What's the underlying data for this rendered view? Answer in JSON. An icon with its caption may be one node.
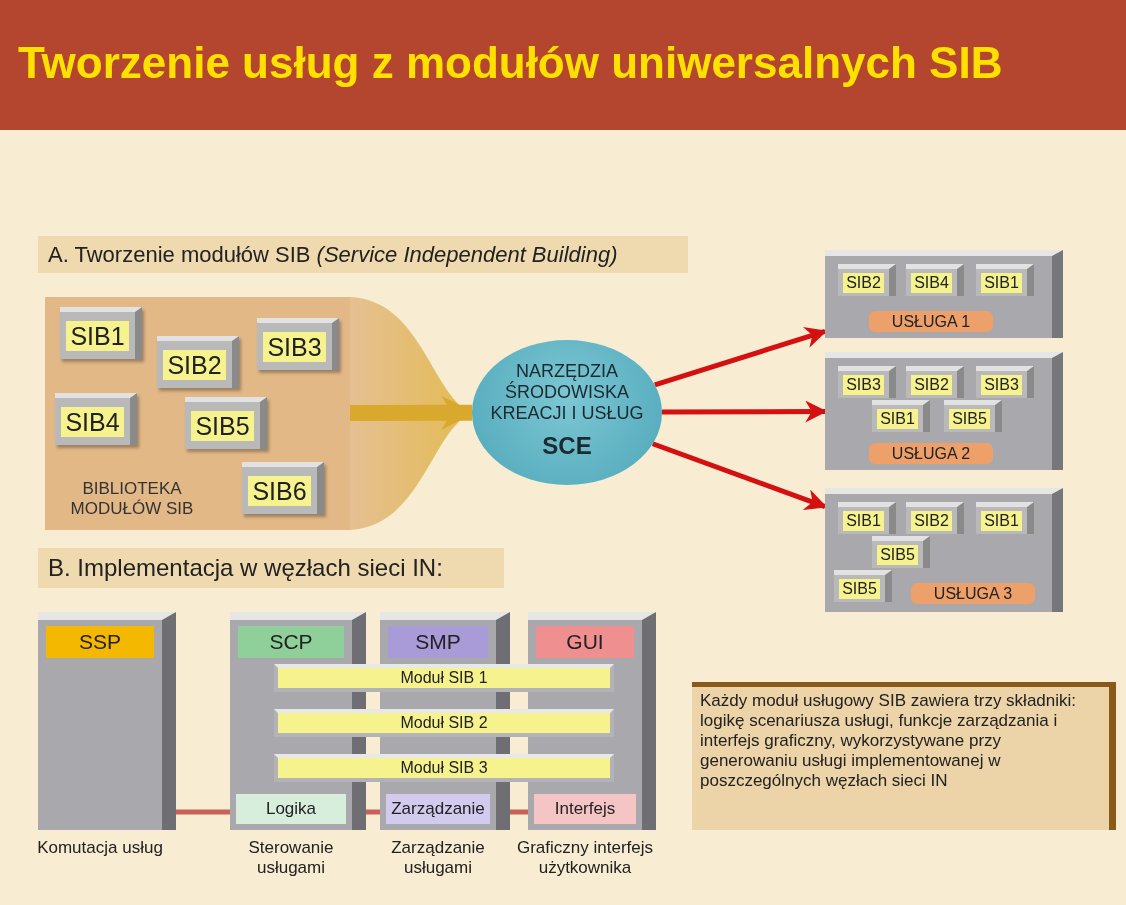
{
  "diagram": {
    "title": "Tworzenie usług z modułów uniwersalnych SIB",
    "nodes": [
      {
        "text": [
          "BIBLIOTEKA MODUŁÓW SIB"
        ]
      },
      {
        "text": [
          "SIB1"
        ],
        "in": 0
      },
      {
        "text": [
          "SIB2"
        ],
        "in": 0
      },
      {
        "text": [
          "SIB3"
        ],
        "in": 0
      },
      {
        "text": [
          "SIB4"
        ],
        "in": 0
      },
      {
        "text": [
          "SIB5"
        ],
        "in": 0
      },
      {
        "text": [
          "SIB6"
        ],
        "in": 0
      },
      {
        "text": [
          "NARZĘDZIA ŚRODOWISKA KREACJI I USŁUG",
          "SCE"
        ]
      },
      {
        "text": [
          "USŁUGA 1"
        ]
      },
      {
        "text": [
          "SIB2"
        ],
        "in": 8
      },
      {
        "text": [
          "SIB4"
        ],
        "in": 8
      },
      {
        "text": [
          "SIB1"
        ],
        "in": 8
      },
      {
        "text": [
          "USŁUGA 2"
        ]
      },
      {
        "text": [
          "SIB3"
        ],
        "in": 12
      },
      {
        "text": [
          "SIB2"
        ],
        "in": 12
      },
      {
        "text": [
          "SIB3"
        ],
        "in": 12
      },
      {
        "text": [
          "SIB1"
        ],
        "in": 12
      },
      {
        "text": [
          "SIB5"
        ],
        "in": 12
      },
      {
        "text": [
          "USŁUGA 3"
        ]
      },
      {
        "text": [
          "SIB1"
        ],
        "in": 18
      },
      {
        "text": [
          "SIB2"
        ],
        "in": 18
      },
      {
        "text": [
          "SIB1"
        ],
        "in": 18
      },
      {
        "text": [
          "SIB5"
        ],
        "in": 18
      },
      {
        "text": [
          "SIB5"
        ],
        "in": 18
      },
      {
        "text": [
          "SSP"
        ],
        "beside": [
          "Komutacja usług"
        ]
      },
      {
        "text": [
          "SCP",
          "Logika"
        ],
        "beside": [
          "Sterowanie usługami"
        ]
      },
      {
        "text": [
          "SMP",
          "Zarządzanie"
        ],
        "beside": [
          "Zarządzanie usługami"
        ]
      },
      {
        "text": [
          "GUI",
          "Interfejs"
        ],
        "beside": [
          "Graficzny interfejs użytkownika"
        ]
      },
      {
        "text": [
          "Moduł SIB 1"
        ]
      },
      {
        "text": [
          "Moduł SIB 2"
        ]
      },
      {
        "text": [
          "Moduł SIB 3"
        ]
      },
      {
        "text": [
          "Każdy moduł usługowy SIB zawiera trzy składniki: logikę scenariusza usługi, funkcje zarządzania i interfejs graficzny, wykorzystywane przy generowaniu usługi implementowanej w poszczególnych węzłach sieci IN"
        ]
      }
    ],
    "edges": [
      {
        "from": 0,
        "to": 7,
        "arrow": "to",
        "style": "thick",
        "color": "#d9a92e"
      },
      {
        "from": 7,
        "to": 8,
        "arrow": "to"
      },
      {
        "from": 7,
        "to": 12,
        "arrow": "to"
      },
      {
        "from": 7,
        "to": 18,
        "arrow": "to"
      },
      {
        "from": 24,
        "to": 25,
        "arrow": "none",
        "color": "#c9605a"
      },
      {
        "from": 25,
        "to": 26,
        "arrow": "none",
        "color": "#c9605a"
      },
      {
        "from": 26,
        "to": 27,
        "arrow": "none",
        "color": "#c9605a"
      }
    ],
    "labels": [
      "A. Tworzenie modułów SIB *(Service Independent Building)*",
      "B. Implementacja w węzłach sieci IN:"
    ]
  }
}
